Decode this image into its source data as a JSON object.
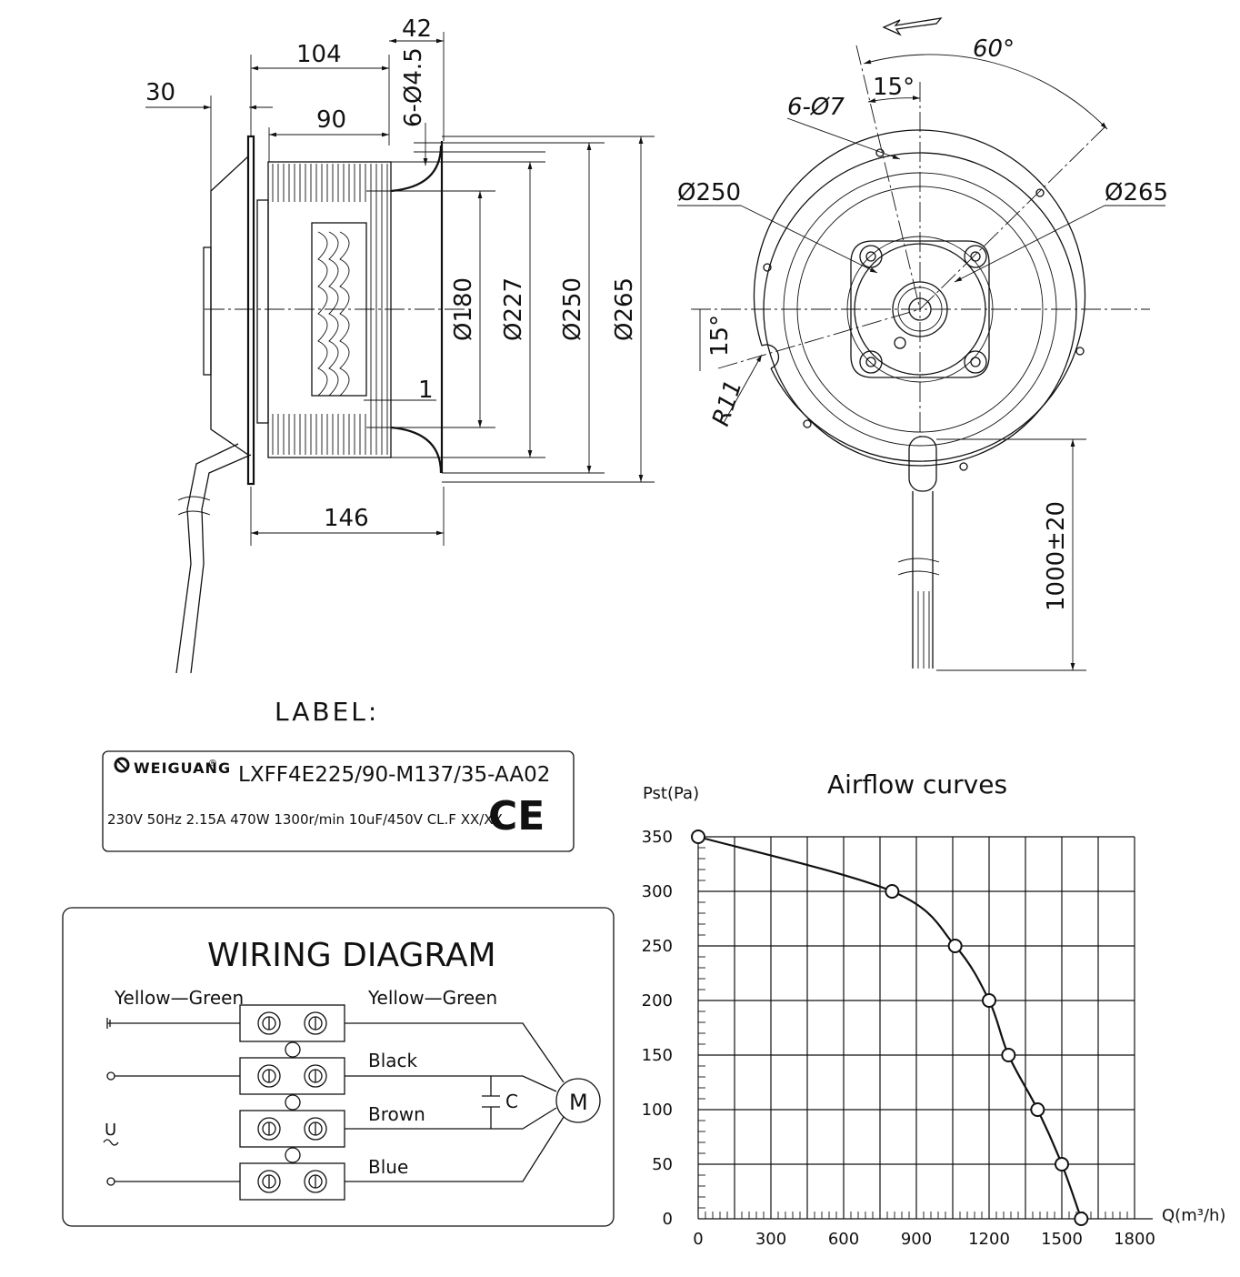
{
  "dims": {
    "d30": "30",
    "d104": "104",
    "d42": "42",
    "d90": "90",
    "holes_side": "6-Ø4.5",
    "d180": "Ø180",
    "d227": "Ø227",
    "d250": "Ø250",
    "d265": "Ø265",
    "d1": "1",
    "d146": "146",
    "angle60": "60°",
    "angle15_top": "15°",
    "holes_front": "6-Ø7",
    "front_d250": "Ø250",
    "front_d265": "Ø265",
    "angle15_left": "15°",
    "r11": "R11",
    "cable": "1000±20"
  },
  "label": {
    "heading": "LABEL:",
    "brand": "WEIGUANG",
    "registered": "®",
    "model": "LXFF4E225/90-M137/35-AA02",
    "specs": "230V 50Hz 2.15A 470W 1300r/min 10uF/450V CL.F XX/XX",
    "ce": "CE"
  },
  "wiring": {
    "title": "WIRING  DIAGRAM",
    "left_wire": "Yellow—Green",
    "right_wire": "Yellow—Green",
    "black": "Black",
    "brown": "Brown",
    "blue": "Blue",
    "capacitor": "C",
    "motor": "M",
    "supply": "U"
  },
  "chart_data": {
    "type": "line",
    "title": "Airflow curves",
    "ylabel": "Pst(Pa)",
    "xlabel": "Q(m³/h)",
    "xlim": [
      0,
      1800
    ],
    "ylim": [
      0,
      350
    ],
    "x_ticks": [
      0,
      300,
      600,
      900,
      1200,
      1500,
      1800
    ],
    "y_ticks": [
      0,
      50,
      100,
      150,
      200,
      250,
      300,
      350
    ],
    "x": [
      0,
      800,
      1060,
      1200,
      1280,
      1400,
      1500,
      1580
    ],
    "y": [
      350,
      300,
      250,
      200,
      150,
      100,
      50,
      0
    ]
  }
}
